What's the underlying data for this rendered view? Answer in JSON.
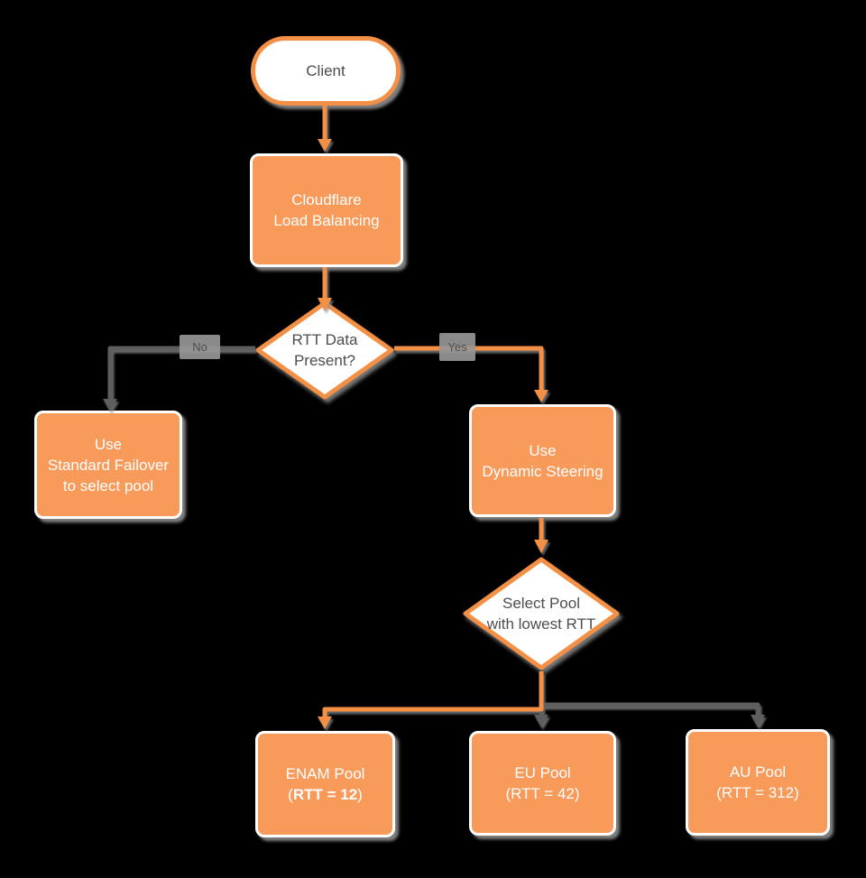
{
  "diagram_title": "Cloudflare Load Balancing flowchart",
  "colors": {
    "orange_fill": "#F79A5A",
    "orange_stroke": "#F49045",
    "gray_line": "#5E5E5E",
    "shadow_gray": "#9B9B9B",
    "text_dark": "#4D4D4D",
    "text_light": "#FFFFFF"
  },
  "nodes": {
    "client": {
      "label": "Client"
    },
    "load_balancer": {
      "line1": "Cloudflare",
      "line2": "Load Balancing"
    },
    "rtt_decision": {
      "line1": "RTT Data",
      "line2": "Present?"
    },
    "failover": {
      "line1": "Use",
      "line2": "Standard Failover",
      "line3": "to select pool"
    },
    "dynamic_steering": {
      "line1": "Use",
      "line2": "Dynamic Steering"
    },
    "select_pool": {
      "line1": "Select Pool",
      "line2": "with lowest RTT"
    },
    "enam_pool": {
      "line1": "ENAM Pool",
      "line2_prefix": "(",
      "line2_bold": "RTT = 12",
      "line2_suffix": ")"
    },
    "eu_pool": {
      "line1": "EU Pool",
      "line2": "(RTT = 42)"
    },
    "au_pool": {
      "line1": "AU Pool",
      "line2": "(RTT = 312)"
    }
  },
  "edges": {
    "no_label": "No",
    "yes_label": "Yes"
  }
}
